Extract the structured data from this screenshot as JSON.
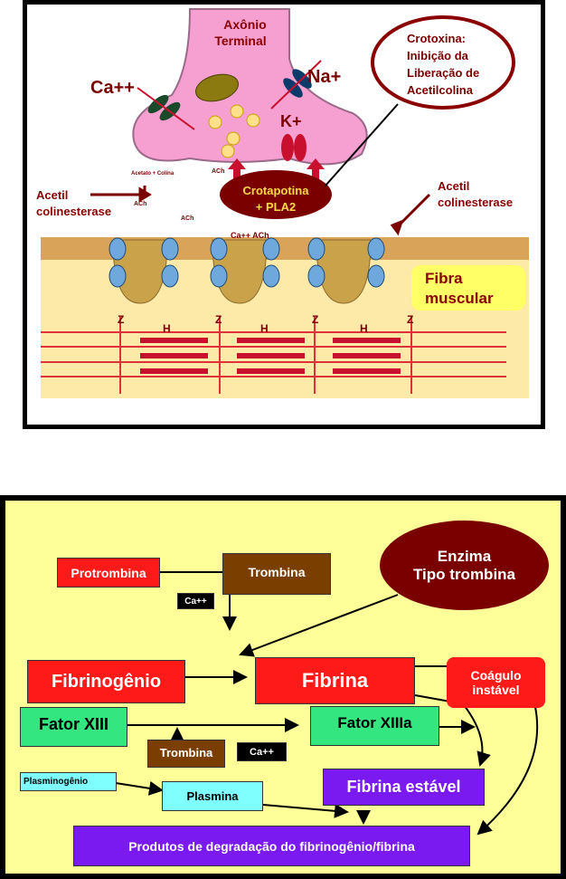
{
  "top": {
    "axon_label": [
      "Axônio",
      "Terminal"
    ],
    "crotoxin_note": [
      "Crotoxina:",
      "Inibição da",
      "Liberação de",
      "Acetilcolina"
    ],
    "ca_label": "Ca++",
    "na_label": "Na+",
    "k_label": "K+",
    "ach": "ACh",
    "acetate": "Acetato + Colina",
    "ach_cluster": "Ca++ ACh",
    "crotapotina": [
      "Crotapotina",
      "+ PLA2"
    ],
    "acetil_left": [
      "Acetil",
      "colinesterase"
    ],
    "acetil_right": [
      "Acetil",
      "colinesterase"
    ],
    "fibra": [
      "Fibra",
      "muscular"
    ],
    "z": "Z",
    "h": "H"
  },
  "bottom": {
    "protrombina": "Protrombina",
    "trombina": "Trombina",
    "ca_small": "Ca++",
    "enzima": [
      "Enzima",
      "Tipo trombina"
    ],
    "fibrinogenio": "Fibrinogênio",
    "fibrina": "Fibrina",
    "coagulo": [
      "Coágulo",
      "instável"
    ],
    "fator13": "Fator XIII",
    "fator13a": "Fator XIIIa",
    "trombina2": "Trombina",
    "ca2": "Ca++",
    "plasminogenio": "Plasminogênio",
    "plasmina": "Plasmina",
    "fibrina_estavel": "Fibrina estável",
    "produtos": "Produtos de degradação do fibrinogênio/fibrina"
  },
  "colors": {
    "red": "#ff1a1a",
    "brown": "#7a3e00",
    "green": "#33e680",
    "purple": "#7a1af0",
    "cyan": "#80ffff",
    "maroon": "#7a0000",
    "yellow": "#ffff99",
    "pink": "#f5a0d0"
  }
}
